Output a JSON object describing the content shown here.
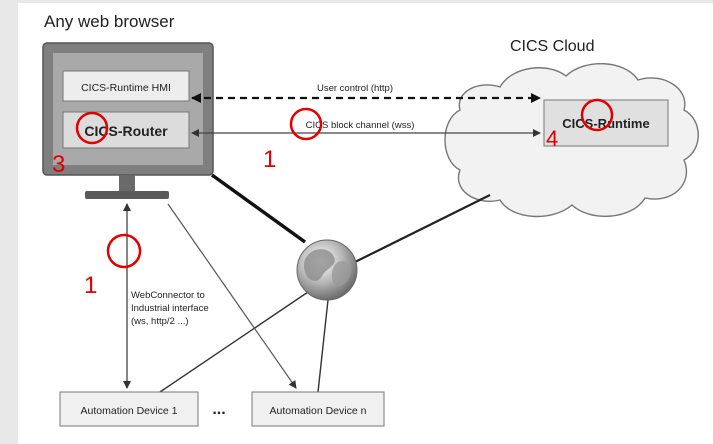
{
  "title_browser": "Any web browser",
  "title_cloud": "CICS Cloud",
  "hmi_label": "CICS-Runtime HMI",
  "router_label": "CICS-Router",
  "runtime_label": "CICS-Runtime",
  "user_control_label": "User control (http)",
  "block_channel_label": "CICS block channel (wss)",
  "webconnector_line1": "WebConnector to",
  "webconnector_line2": "Industrial interface",
  "webconnector_line3": "(ws, http/2 ...)",
  "device1_label": "Automation Device 1",
  "device_n_label": "Automation Device n",
  "ellipsis": "...",
  "marker_3": "3",
  "marker_4": "4",
  "marker_1_top": "1",
  "marker_1_left": "1",
  "colors": {
    "background": "#e8e8e8",
    "panel": "#ffffff",
    "monitor": "#7f7f7f",
    "monitor_dark": "#5a5a5a",
    "annotation_red": "#e00000",
    "cloud_fill": "#f2f2f2",
    "box_fill": "#e6e6e6"
  }
}
